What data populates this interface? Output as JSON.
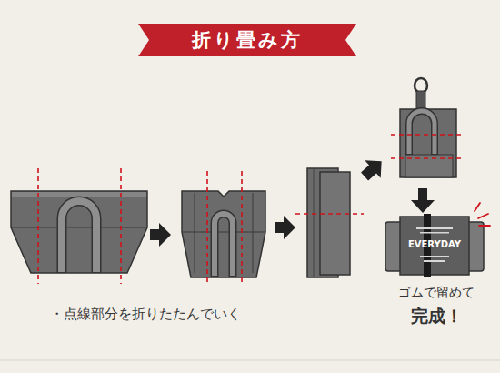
{
  "diagram": {
    "title": "折り畳み方",
    "labels": [
      "EVERYDAY",
      "ゴムで留めて",
      "完成！",
      "・点線部分を折りたたんでいく"
    ]
  }
}
